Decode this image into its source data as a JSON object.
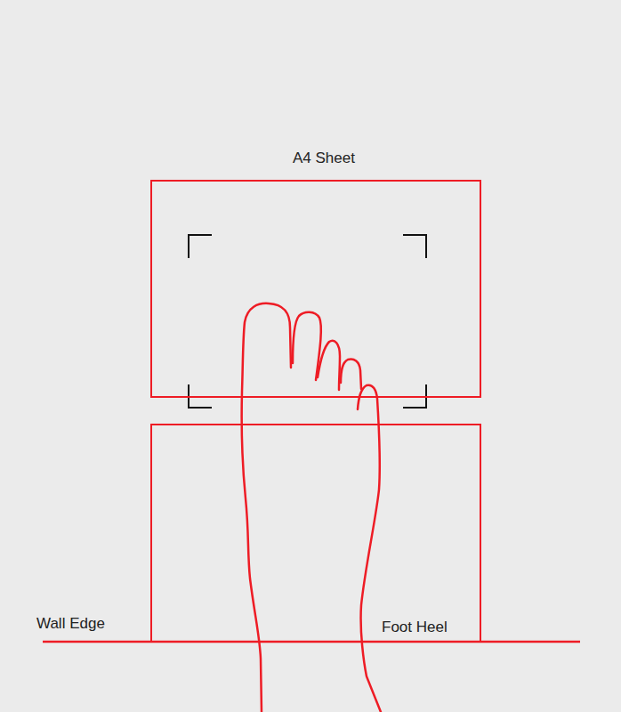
{
  "diagram": {
    "nodes": [
      {
        "text": [
          "A4 Sheet"
        ]
      },
      {
        "text": [
          "Foot Heel"
        ]
      }
    ],
    "labels": [
      "Wall Edge"
    ]
  }
}
